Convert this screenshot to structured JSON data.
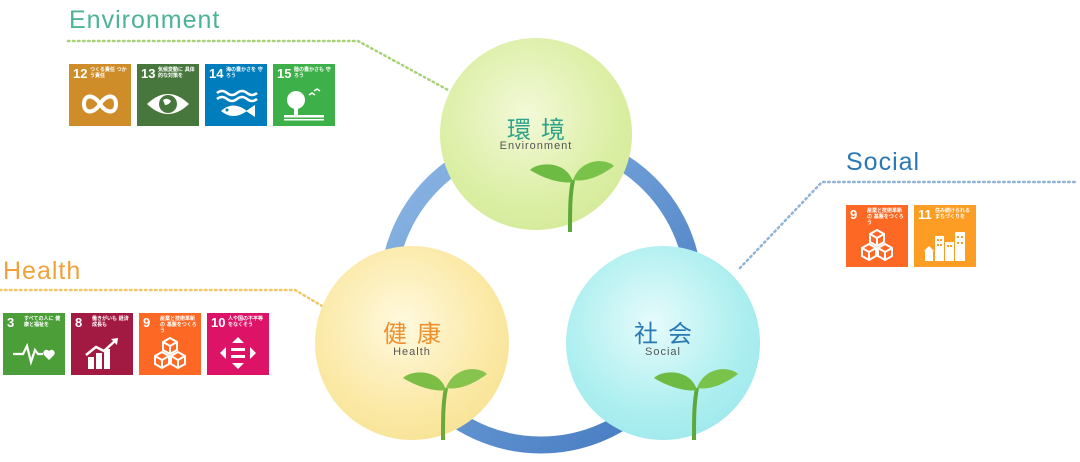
{
  "colors": {
    "environment": "#4bb497",
    "health": "#f0a23a",
    "social": "#2a78b4",
    "ring": "#5f93cf"
  },
  "environment": {
    "title": "Environment",
    "tiles": [
      {
        "number": "12",
        "caption": "つくる責任 つかう責任",
        "color": "#cf8d2a",
        "icon": "infinity-icon"
      },
      {
        "number": "13",
        "caption": "気候変動に 具体的な対策を",
        "color": "#48773e",
        "icon": "eye-globe-icon"
      },
      {
        "number": "14",
        "caption": "海の豊かさを 守ろう",
        "color": "#007dbc",
        "icon": "fish-icon"
      },
      {
        "number": "15",
        "caption": "陸の豊かさも 守ろう",
        "color": "#3eb049",
        "icon": "tree-icon"
      }
    ]
  },
  "health": {
    "title": "Health",
    "tiles": [
      {
        "number": "3",
        "caption": "すべての人に 健康と福祉を",
        "color": "#4c9f38",
        "icon": "heartbeat-icon"
      },
      {
        "number": "8",
        "caption": "働きがいも 経済成長も",
        "color": "#a21942",
        "icon": "growth-chart-icon"
      },
      {
        "number": "9",
        "caption": "産業と技術革新の 基盤をつくろう",
        "color": "#fd6925",
        "icon": "cubes-icon"
      },
      {
        "number": "10",
        "caption": "人や国の不平等 をなくそう",
        "color": "#dd1367",
        "icon": "equality-icon"
      }
    ]
  },
  "social": {
    "title": "Social",
    "tiles": [
      {
        "number": "9",
        "caption": "産業と技術革新の 基盤をつくろう",
        "color": "#fd6925",
        "icon": "cubes-icon"
      },
      {
        "number": "11",
        "caption": "住み続けられる まちづくりを",
        "color": "#fd9d24",
        "icon": "city-icon"
      }
    ]
  },
  "circles": {
    "environment": {
      "kanji": "環境",
      "english": "Environment"
    },
    "health": {
      "kanji": "健康",
      "english": "Health"
    },
    "social": {
      "kanji": "社会",
      "english": "Social"
    }
  }
}
